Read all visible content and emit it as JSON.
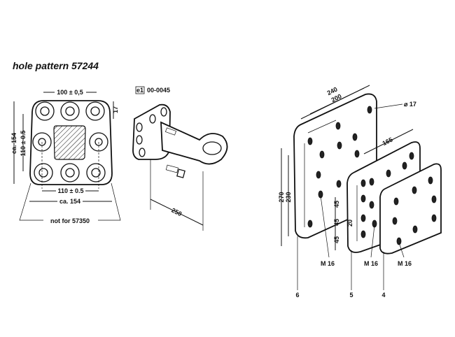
{
  "title": "hole pattern 57244",
  "hole_pattern": {
    "dim_top": "100 ± 0,5",
    "dim_right": "17",
    "dim_left_outer": "ca. 154",
    "dim_left_inner": "110 ± 0.5",
    "dim_bottom_inner": "110 ± 0.5",
    "dim_bottom_outer": "ca. 154",
    "note": "not for 57350"
  },
  "coupling": {
    "approval_box": "e1",
    "approval_number": "00-0045",
    "dim_length": "250"
  },
  "plates": {
    "dim_240": "240",
    "dim_200": "200",
    "hole_diameter": "⌀ 17",
    "dim_165": "165",
    "dim_270": "270",
    "dim_230": "230",
    "dim_45_a": "45",
    "dim_45_b": "45",
    "dim_45_c": "45",
    "dim_20": "20",
    "thread_a": "M 16",
    "thread_b": "M 16",
    "thread_c": "M 16",
    "part_6": "6",
    "part_5": "5",
    "part_4": "4"
  }
}
